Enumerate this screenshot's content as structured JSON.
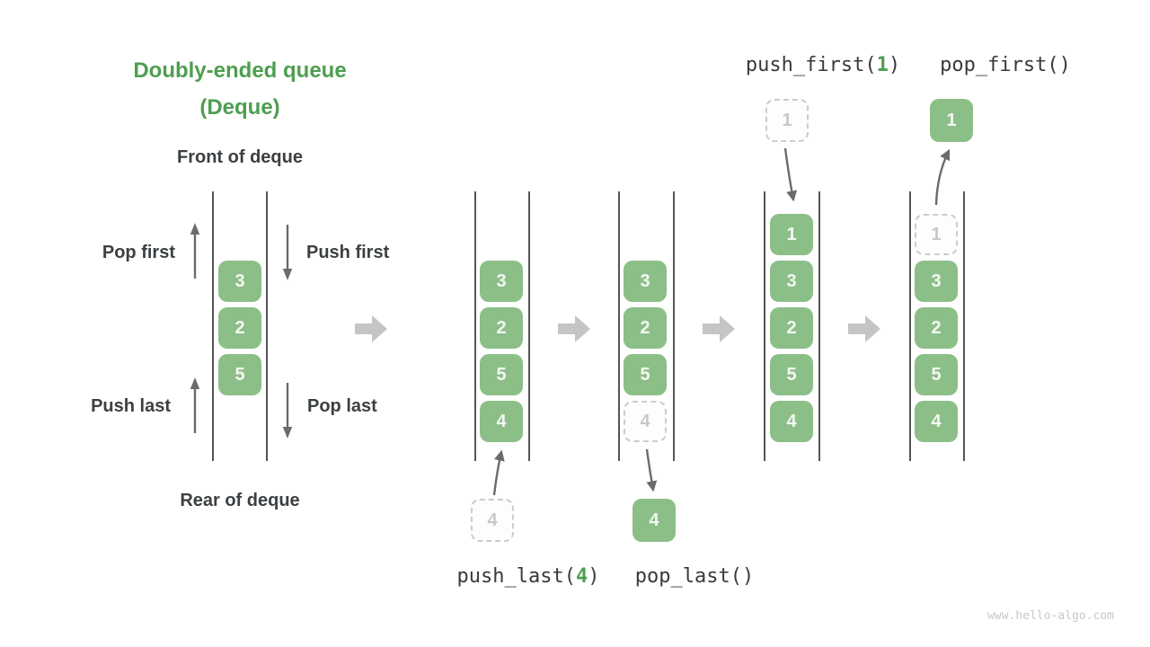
{
  "title": {
    "line1": "Doubly-ended queue",
    "line2": "(Deque)"
  },
  "labels": {
    "front": "Front of deque",
    "rear": "Rear of deque",
    "pop_first": "Pop first",
    "push_first": "Push first",
    "push_last": "Push last",
    "pop_last": "Pop last"
  },
  "operations": {
    "push_first": {
      "pre": "push_first(",
      "arg": "1",
      "post": ")"
    },
    "pop_first": {
      "pre": "pop_first()",
      "arg": "",
      "post": ""
    },
    "push_last": {
      "pre": "push_last(",
      "arg": "4",
      "post": ")"
    },
    "pop_last": {
      "pre": "pop_last()",
      "arg": "",
      "post": ""
    }
  },
  "queues": {
    "initial": [
      "3",
      "2",
      "5"
    ],
    "after_push_last": [
      "3",
      "2",
      "5",
      "4"
    ],
    "after_pop_last": [
      "3",
      "2",
      "5",
      "4"
    ],
    "after_push_first": [
      "1",
      "3",
      "2",
      "5",
      "4"
    ],
    "after_pop_first": [
      "1",
      "3",
      "2",
      "5",
      "4"
    ]
  },
  "floating": {
    "push_last_value": "4",
    "pop_last_value": "4",
    "push_first_value": "1",
    "pop_first_value": "1"
  },
  "watermark": "www.hello-algo.com",
  "colors": {
    "green_box": "#8cbf87",
    "green_text": "#4e9e50",
    "text_dark": "#3c4043",
    "arrow_dark": "#6b6b6b",
    "arrow_light": "#c5c5c5",
    "line": "#555555",
    "dash_border": "#cccccc",
    "dash_text": "#c8c8c8",
    "watermark": "#c9c9c9"
  }
}
